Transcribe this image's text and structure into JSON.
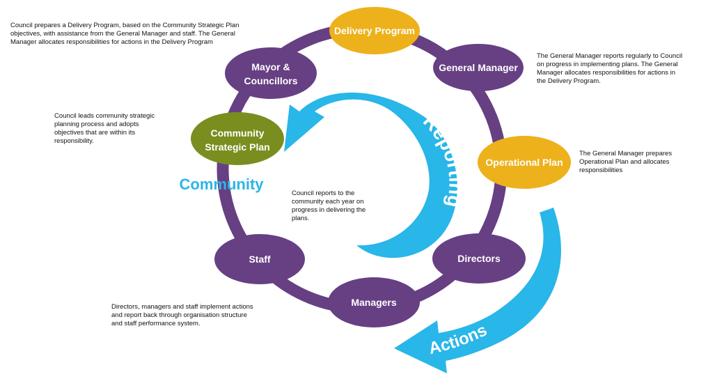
{
  "colors": {
    "ring": "#673f83",
    "delivery": "#edb11b",
    "operational": "#edb11b",
    "community_plan": "#7a8e1f",
    "people": "#673f83",
    "arrow": "#29b6e8",
    "arrow_text": "#ffffff",
    "community_text": "#29b6e8"
  },
  "nodes": {
    "delivery_program": "Delivery Program",
    "general_manager": "General Manager",
    "operational_plan": "Operational Plan",
    "directors": "Directors",
    "managers": "Managers",
    "staff": "Staff",
    "community_plan_1": "Community",
    "community_plan_2": "Strategic Plan",
    "mayor_1": "Mayor &",
    "mayor_2": "Councillors"
  },
  "arrows": {
    "reporting": "Reporting",
    "actions": "Actions"
  },
  "community_label": "Community",
  "notes": {
    "council_prepares": [
      "Council prepares a Delivery Program, based on the Community Strategic Plan",
      "objectives, with assistance from the General Manager and staff. The General",
      "Manager allocates responsibilities for actions in the Delivery Program"
    ],
    "gm_reports": [
      "The General Manager reports  regularly to Council",
      "on progress in implementing plans. The General",
      "Manager allocates responsibilities for actions in",
      "the Delivery Program."
    ],
    "gm_prepares": [
      "The General Manager prepares",
      "Operational Plan and allocates",
      "responsibilities"
    ],
    "council_leads": [
      "Council leads community strategic",
      "planning process and adopts",
      "objectives that are within its",
      "responsibility."
    ],
    "council_reports": [
      "Council reports to the",
      "community each year on",
      "progress in delivering the",
      "plans."
    ],
    "directors_implement": [
      "Directors, managers and staff implement actions",
      "and report back through organisation structure",
      "and staff performance system."
    ]
  }
}
